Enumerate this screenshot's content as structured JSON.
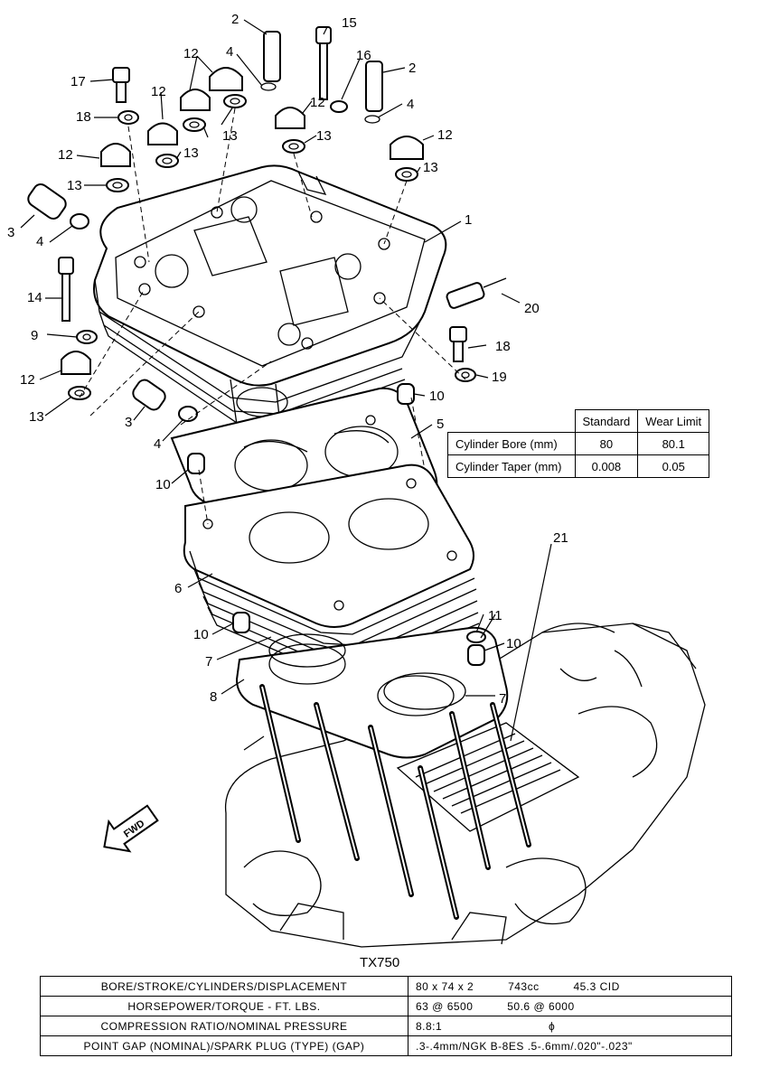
{
  "part_labels": [
    {
      "id": "1",
      "text": "1"
    },
    {
      "id": "2a",
      "text": "2"
    },
    {
      "id": "2b",
      "text": "2"
    },
    {
      "id": "3a",
      "text": "3"
    },
    {
      "id": "3b",
      "text": "3"
    },
    {
      "id": "4a",
      "text": "4"
    },
    {
      "id": "4b",
      "text": "4"
    },
    {
      "id": "4c",
      "text": "4"
    },
    {
      "id": "4d",
      "text": "4"
    },
    {
      "id": "5",
      "text": "5"
    },
    {
      "id": "6",
      "text": "6"
    },
    {
      "id": "7a",
      "text": "7"
    },
    {
      "id": "7b",
      "text": "7"
    },
    {
      "id": "8",
      "text": "8"
    },
    {
      "id": "9",
      "text": "9"
    },
    {
      "id": "10a",
      "text": "10"
    },
    {
      "id": "10b",
      "text": "10"
    },
    {
      "id": "10c",
      "text": "10"
    },
    {
      "id": "10d",
      "text": "10"
    },
    {
      "id": "11",
      "text": "11"
    },
    {
      "id": "12a",
      "text": "12"
    },
    {
      "id": "12b",
      "text": "12"
    },
    {
      "id": "12c",
      "text": "12"
    },
    {
      "id": "12d",
      "text": "12"
    },
    {
      "id": "12e",
      "text": "12"
    },
    {
      "id": "12f",
      "text": "12"
    },
    {
      "id": "13a",
      "text": "13"
    },
    {
      "id": "13b",
      "text": "13"
    },
    {
      "id": "13c",
      "text": "13"
    },
    {
      "id": "13d",
      "text": "13"
    },
    {
      "id": "13e",
      "text": "13"
    },
    {
      "id": "13f",
      "text": "13"
    },
    {
      "id": "14",
      "text": "14"
    },
    {
      "id": "15",
      "text": "15"
    },
    {
      "id": "16",
      "text": "16"
    },
    {
      "id": "17",
      "text": "17"
    },
    {
      "id": "18a",
      "text": "18"
    },
    {
      "id": "18b",
      "text": "18"
    },
    {
      "id": "19a",
      "text": "19"
    },
    {
      "id": "19b",
      "text": "19"
    },
    {
      "id": "20",
      "text": "20"
    },
    {
      "id": "21",
      "text": "21"
    }
  ],
  "fwd_marker": "FWD",
  "limits_table": {
    "headers": [
      "Standard",
      "Wear Limit"
    ],
    "rows": [
      {
        "label": "Cylinder Bore (mm)",
        "standard": "80",
        "wear_limit": "80.1"
      },
      {
        "label": "Cylinder Taper (mm)",
        "standard": "0.008",
        "wear_limit": "0.05"
      }
    ]
  },
  "model": "TX750",
  "spec_table": [
    {
      "key": "BORE/STROKE/CYLINDERS/DISPLACEMENT",
      "values": [
        "80 x 74 x 2",
        "743cc",
        "45.3 CID"
      ]
    },
    {
      "key": "HORSEPOWER/TORQUE - FT. LBS.",
      "values": [
        "63 @ 6500",
        "50.6 @ 6000"
      ]
    },
    {
      "key": "COMPRESSION RATIO/NOMINAL PRESSURE",
      "values": [
        "8.8:1",
        "ϕ"
      ]
    },
    {
      "key": "POINT GAP (NOMINAL)/SPARK PLUG (TYPE) (GAP)",
      "values": [
        ".3-.4mm/NGK B-8ES .5-.6mm/.020\"-.023\""
      ]
    }
  ]
}
